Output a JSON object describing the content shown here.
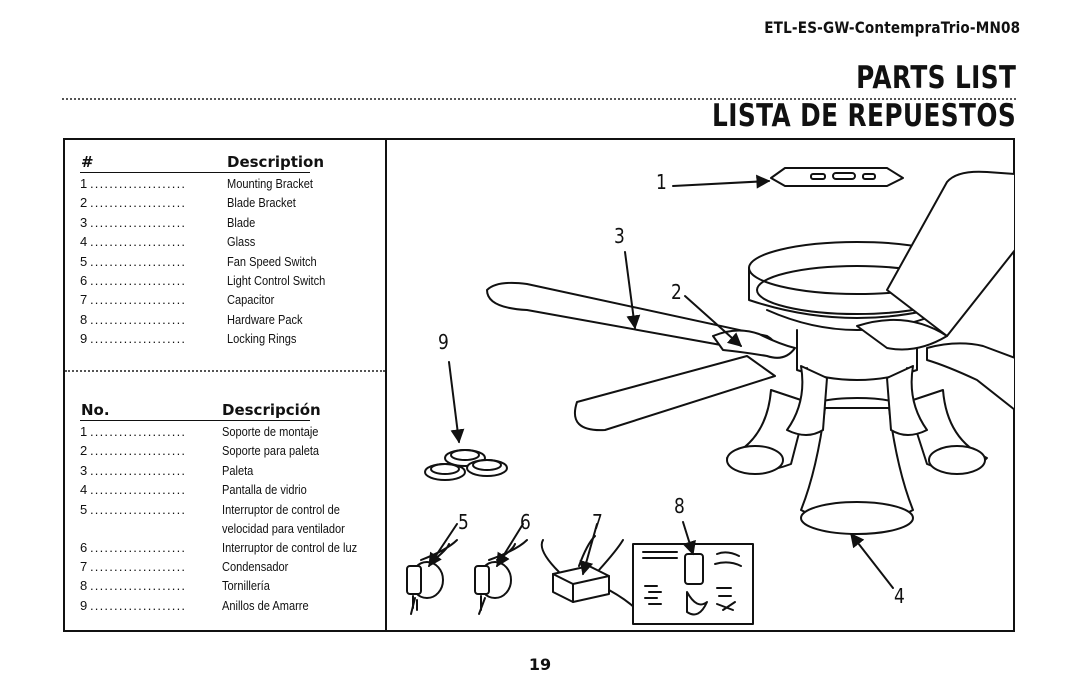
{
  "header": {
    "model": "ETL-ES-GW-ContempraTrio-MN08",
    "title_en": "PARTS LIST",
    "title_es": "LISTA DE REPUESTOS"
  },
  "parts_en": {
    "col_num": "#",
    "col_desc": "Description",
    "items": [
      {
        "num": "1",
        "desc": "Mounting Bracket"
      },
      {
        "num": "2",
        "desc": "Blade Bracket"
      },
      {
        "num": "3",
        "desc": "Blade"
      },
      {
        "num": "4",
        "desc": "Glass"
      },
      {
        "num": "5",
        "desc": "Fan Speed Switch"
      },
      {
        "num": "6",
        "desc": "Light Control Switch"
      },
      {
        "num": "7",
        "desc": "Capacitor"
      },
      {
        "num": "8",
        "desc": "Hardware Pack"
      },
      {
        "num": "9",
        "desc": "Locking Rings"
      }
    ]
  },
  "parts_es": {
    "col_num": "No.",
    "col_desc": "Descripción",
    "items": [
      {
        "num": "1",
        "desc": "Soporte de montaje"
      },
      {
        "num": "2",
        "desc": "Soporte para paleta"
      },
      {
        "num": "3",
        "desc": "Paleta"
      },
      {
        "num": "4",
        "desc": "Pantalla de vidrio"
      },
      {
        "num": "5",
        "desc": "Interruptor de control de",
        "desc2": "velocidad para ventilador"
      },
      {
        "num": "6",
        "desc": "Interruptor de control de luz"
      },
      {
        "num": "7",
        "desc": "Condensador"
      },
      {
        "num": "8",
        "desc": "Tornillería"
      },
      {
        "num": "9",
        "desc": "Anillos de Amarre"
      }
    ]
  },
  "diagram_labels": [
    "1",
    "2",
    "3",
    "4",
    "5",
    "6",
    "7",
    "8",
    "9"
  ],
  "dot_leader": "....................",
  "page_number": "19"
}
